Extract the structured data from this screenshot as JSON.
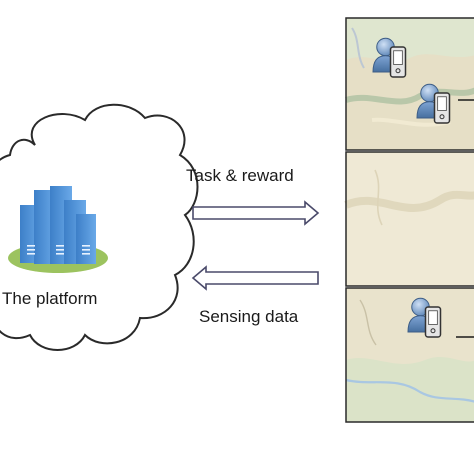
{
  "platform": {
    "label": "The platform",
    "icon": "server-cluster-icon"
  },
  "links": {
    "task_reward": "Task & reward",
    "sensing_data": "Sensing data"
  },
  "map": {
    "panels": 3,
    "icons": [
      "user-phone-icon"
    ]
  },
  "colors": {
    "server_blue": "#4a8fd6",
    "server_base": "#9cc35f",
    "cloud_outline": "#2a2a2a",
    "map_land": "#eee6cf",
    "map_water": "#a9c7e2",
    "arrow_outline": "#4a4a6a"
  }
}
